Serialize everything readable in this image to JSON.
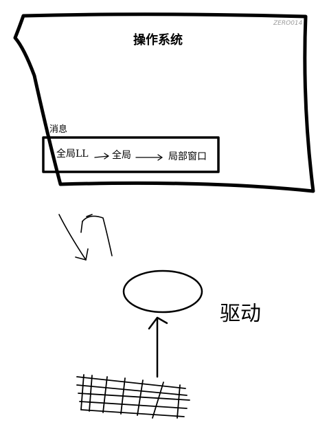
{
  "os_box": {
    "title": "操作系统"
  },
  "message_box": {
    "label": "消息",
    "flow": {
      "source": "全局LL",
      "middle": "全局",
      "target": "局部窗口"
    }
  },
  "driver_label": "驱动",
  "watermark": "ZERO014"
}
